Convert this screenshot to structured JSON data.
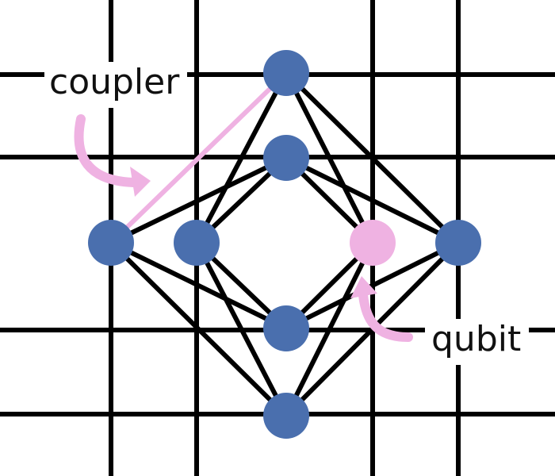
{
  "labels": {
    "coupler": "coupler",
    "qubit": "qubit"
  },
  "colors": {
    "grid": "#000000",
    "edge": "#000000",
    "node": "#4a6fae",
    "highlight": "#efb2e2",
    "text": "#111111"
  },
  "nodes": [
    {
      "id": "top",
      "highlighted": false
    },
    {
      "id": "inner-top",
      "highlighted": false
    },
    {
      "id": "left",
      "highlighted": false
    },
    {
      "id": "inner-left",
      "highlighted": false
    },
    {
      "id": "inner-right",
      "highlighted": true
    },
    {
      "id": "right",
      "highlighted": false
    },
    {
      "id": "inner-bottom",
      "highlighted": false
    },
    {
      "id": "bottom",
      "highlighted": false
    }
  ],
  "edges": [
    {
      "from": "left",
      "to": "top",
      "highlighted": true
    },
    {
      "from": "left",
      "to": "inner-top",
      "highlighted": false
    },
    {
      "from": "left",
      "to": "inner-bottom",
      "highlighted": false
    },
    {
      "from": "left",
      "to": "bottom",
      "highlighted": false
    },
    {
      "from": "inner-left",
      "to": "top",
      "highlighted": false
    },
    {
      "from": "inner-left",
      "to": "inner-top",
      "highlighted": false
    },
    {
      "from": "inner-left",
      "to": "inner-bottom",
      "highlighted": false
    },
    {
      "from": "inner-left",
      "to": "bottom",
      "highlighted": false
    },
    {
      "from": "inner-right",
      "to": "top",
      "highlighted": false
    },
    {
      "from": "inner-right",
      "to": "inner-top",
      "highlighted": false
    },
    {
      "from": "inner-right",
      "to": "inner-bottom",
      "highlighted": false
    },
    {
      "from": "inner-right",
      "to": "bottom",
      "highlighted": false
    },
    {
      "from": "right",
      "to": "top",
      "highlighted": false
    },
    {
      "from": "right",
      "to": "inner-top",
      "highlighted": false
    },
    {
      "from": "right",
      "to": "inner-bottom",
      "highlighted": false
    },
    {
      "from": "right",
      "to": "bottom",
      "highlighted": false
    }
  ]
}
